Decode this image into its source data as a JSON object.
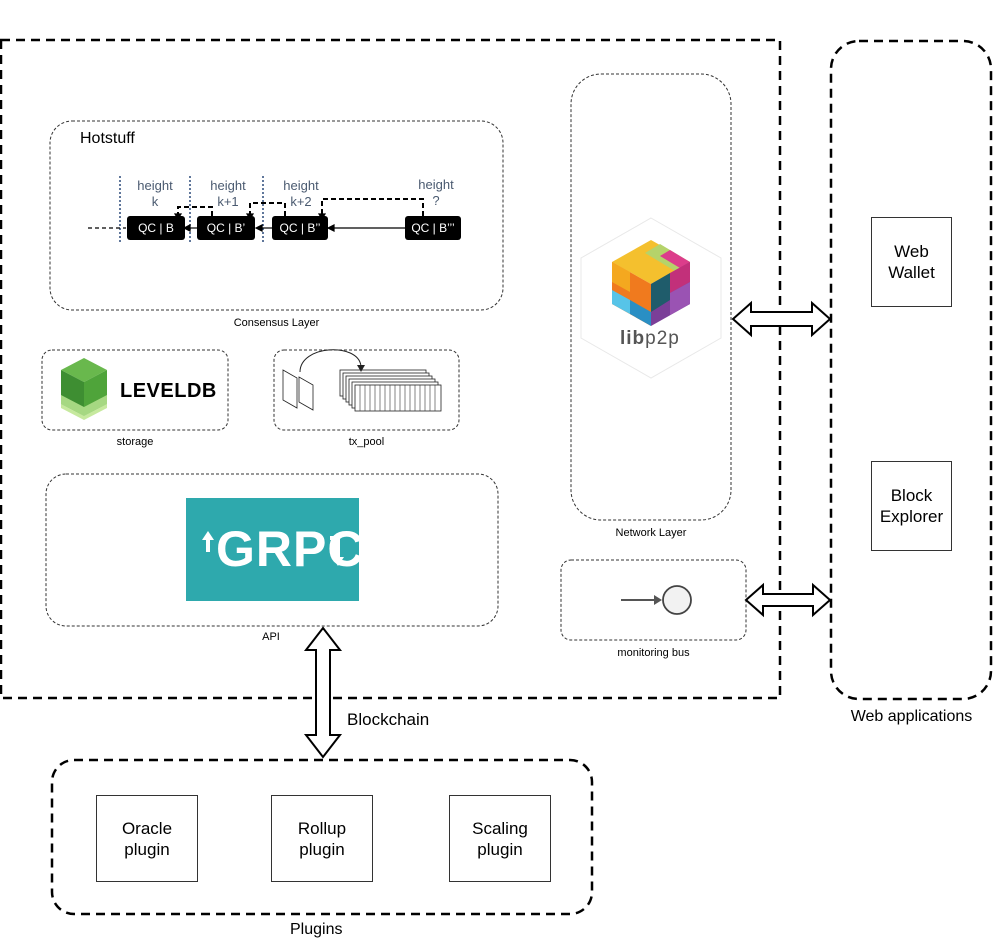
{
  "blockchain": {
    "label": "Blockchain",
    "consensus": {
      "title": "Hotstuff",
      "caption": "Consensus Layer",
      "heights": [
        {
          "line1": "height",
          "line2": "k"
        },
        {
          "line1": "height",
          "line2": "k+1"
        },
        {
          "line1": "height",
          "line2": "k+2"
        },
        {
          "line1": "height",
          "line2": "?"
        }
      ],
      "blocks": [
        "QC | B",
        "QC | B’",
        "QC | B’’",
        "QC | B’’’"
      ]
    },
    "storage": {
      "logo_text": "LEVELDB",
      "caption": "storage"
    },
    "tx_pool": {
      "caption": "tx_pool"
    },
    "api": {
      "logo_text": "GRPC",
      "caption": "API",
      "logo_color": "#2ea9ad"
    },
    "network": {
      "logo_text_bold": "lib",
      "logo_text_light": "p2p",
      "caption": "Network Layer"
    },
    "monitoring": {
      "caption": "monitoring bus"
    }
  },
  "web_apps": {
    "label": "Web applications",
    "items": [
      {
        "label": "Web\nWallet"
      },
      {
        "label": "Block\nExplorer"
      }
    ]
  },
  "plugins": {
    "label": "Plugins",
    "items": [
      {
        "label": "Oracle\nplugin"
      },
      {
        "label": "Rollup\nplugin"
      },
      {
        "label": "Scaling\nplugin"
      }
    ]
  }
}
